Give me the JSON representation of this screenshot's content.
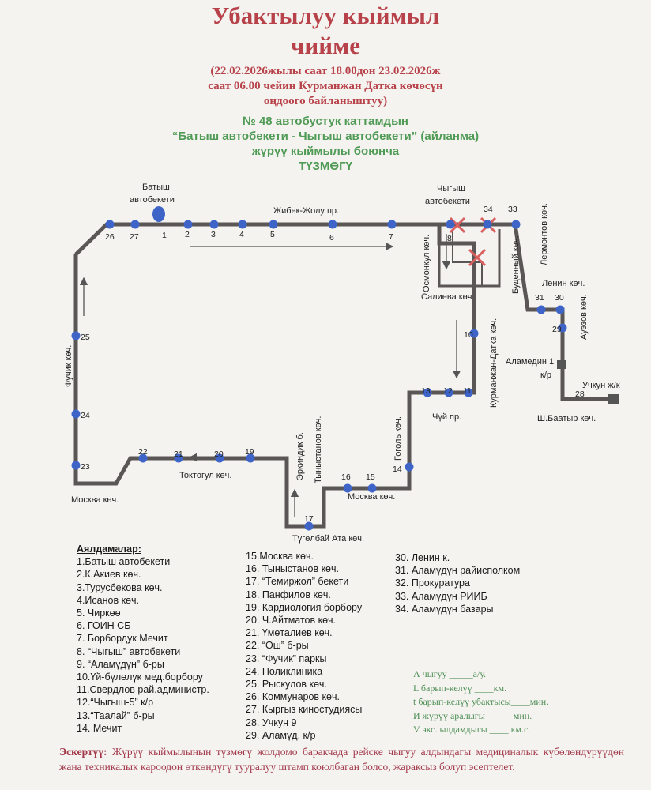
{
  "header": {
    "title_line1": "Убактылуу кыймыл",
    "title_line2": "чийме",
    "sub_line1": "(22.02.2026жылы саат 18.00дон 23.02.2026ж",
    "sub_line2": "саат 06.00 чейин Курманжан Датка көчөсүн",
    "sub_line3": "оңдоого байланыштуу)",
    "route_line1": "№ 48 автобустук каттамдын",
    "route_line2": "“Батыш автобекети  -  Чыгыш автобекети” (айланма)",
    "route_line3": "жүрүү кыймылы боюнча",
    "route_line4": "ТҮЗМӨГҮ"
  },
  "map": {
    "terminal_west": [
      "Батыш",
      "автобекети"
    ],
    "terminal_east": [
      "Чыгыш",
      "автобекети"
    ],
    "streets": {
      "zhibek_zholu": "Жибек-Жолу пр.",
      "osmonkul": "Осмонкул көч.",
      "salieva": "Салиева көч.",
      "budenny": "Буденный көч.",
      "lermontov": "Лермонтов көч.",
      "lenin": "Ленин көч.",
      "auezov": "Ауэзов көч.",
      "alamedin": "Аламедин 1",
      "alamedin_kr": "к/р",
      "uchkun": "Учкун ж/к",
      "sh_baatyr": "Ш.Баатыр көч.",
      "kurmanzhan": "Курманжан-Датка көч.",
      "chui": "Чүй пр.",
      "gogol": "Гоголь көч.",
      "moskva_mid": "Москва көч.",
      "tynystanov": "Тыныстанов көч.",
      "erkindik": "Эркиндик б.",
      "tugelbai": "Түгөлбай Ата көч.",
      "toktogul": "Токтогул көч.",
      "moskva_left": "Москва көч.",
      "fuchik": "Фучик көч."
    }
  },
  "stops_title": "Аялдамалар:",
  "stops_col1": [
    "1.Батыш автобекети",
    "2.К.Акиев көч.",
    "3.Турусбекова көч.",
    "4.Исанов көч.",
    "5. Чиркөө",
    "6. ГОИН СБ",
    "7. Борбордук Мечит",
    "8. “Чыгыш” автобекети",
    "9. “Аламүдүн” б-ры",
    "10.Үй-бүлөлүк мед.борбору",
    "11.Свердлов рай.администр.",
    "12.“Чыгыш-5” к/р",
    "13.“Таалай” б-ры",
    "14. Мечит"
  ],
  "stops_col2": [
    "15.Москва көч.",
    "16. Тыныстанов көч.",
    "17. “Темиржол” бекети",
    "18.  Панфилов көч.",
    "19. Кардиология борбору",
    "20. Ч.Айтматов көч.",
    "21. Үмөталиев көч.",
    "22. “Ош” б-ры",
    "23. “Фучик” паркы",
    "24. Поликлиника",
    "25. Рыскулов көч.",
    "26. Коммунаров көч.",
    "27. Кыргыз киностудиясы",
    "28. Учкун 9",
    "29. Аламүд. к/р"
  ],
  "stops_col3": [
    "30. Ленин к.",
    "31. Аламүдүн райисполком",
    "32. Прокуратура",
    "33. Аламүдүн РИИБ",
    "34. Аламүдүн базары"
  ],
  "params": [
    "А чыгуу  _____а/у.",
    "L барып-келүү ____км.",
    "t барып-келүү убактысы____мин.",
    "И жүрүү аралыгы _____  мин.",
    "V экс. ылдамдыгы ____ км.с."
  ],
  "note": {
    "label": "Эскертүү:",
    "text": " Жүрүү кыймылынын түзмөгү жолдомо баракчада рейске чыгуу алдындагы медициналык күбөлөндүрүүдөн жана техникалык кароодон өткөндүгү тууралуу штамп коюлбаган болсо, жараксыз болуп эсептелет."
  },
  "colors": {
    "title": "#b8424a",
    "green": "#4f9a55",
    "route": "#5a5655",
    "stop": "#3f64c8",
    "cross": "#d9605e"
  }
}
